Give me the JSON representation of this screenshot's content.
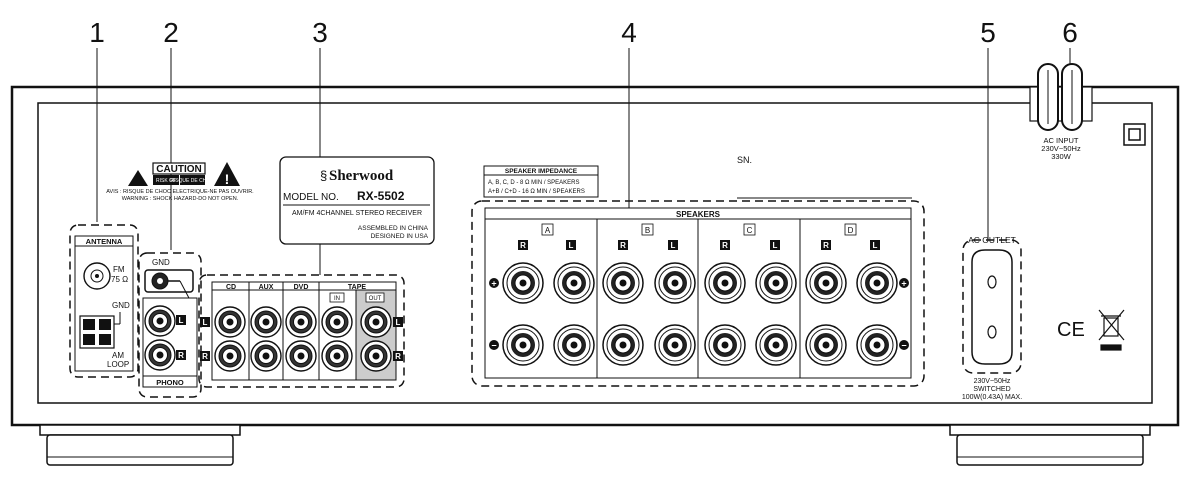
{
  "callouts": [
    "1",
    "2",
    "3",
    "4",
    "5",
    "6"
  ],
  "caution": {
    "title": "CAUTION",
    "sub1": "RISK OF",
    "sub2": "RISQUE DE CHOC",
    "line1": "AVIS : RISQUE DE CHOC ELECTRIQUE-NE PAS OUVRIR.",
    "line2": "WARNING : SHOCK HAZARD-DO NOT OPEN."
  },
  "label_plate": {
    "brand": "Sherwood",
    "model_prefix": "MODEL NO.",
    "model": "RX-5502",
    "desc": "AM/FM 4CHANNEL STEREO RECEIVER",
    "assembled": "ASSEMBLED IN CHINA",
    "designed": "DESIGNED IN USA"
  },
  "speaker_impedance": {
    "title": "SPEAKER IMPEDANCE",
    "line1": "A, B, C, D - 8 Ω MIN / SPEAKERS",
    "line2": "A+B / C+D - 16 Ω MIN / SPEAKERS"
  },
  "sn": "SN.",
  "antenna": {
    "title": "ANTENNA",
    "fm": "FM",
    "fm_ohm": "75 Ω",
    "gnd": "GND",
    "am": "AM",
    "loop": "LOOP"
  },
  "gnd_label": "GND",
  "phono_label": "PHONO",
  "inputs": {
    "cd": "CD",
    "aux": "AUX",
    "dvd": "DVD",
    "tape": "TAPE",
    "tape_in": "IN",
    "tape_out": "OUT"
  },
  "lr": {
    "l": "L",
    "r": "R"
  },
  "speakers": {
    "title": "SPEAKERS",
    "groups": [
      "A",
      "B",
      "C",
      "D"
    ],
    "plus": "+",
    "minus": "−"
  },
  "ac_outlet": {
    "title": "AC OUTLET",
    "line1": "230V~50Hz",
    "line2": "SWITCHED",
    "line3": "100W(0.43A) MAX."
  },
  "ac_input": {
    "title": "AC INPUT",
    "line1": "230V~50Hz",
    "line2": "330W"
  },
  "ce_mark": "CE"
}
